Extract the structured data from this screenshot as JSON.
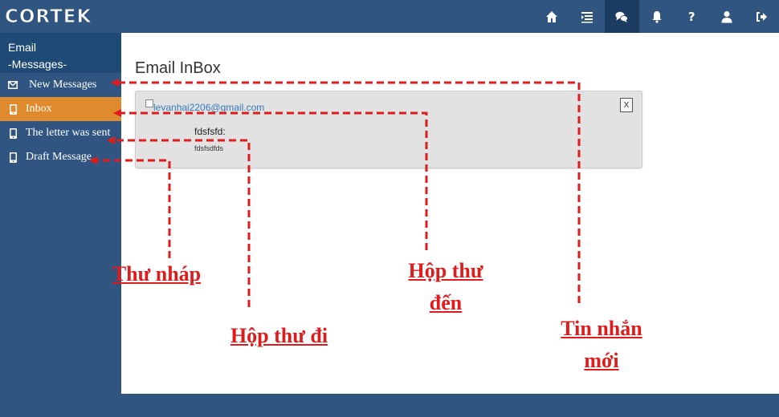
{
  "app": {
    "logo_text": "CORTEK"
  },
  "header": {
    "icons": [
      "home-icon",
      "list-icon",
      "chat-icon",
      "bell-icon",
      "help-icon",
      "user-icon",
      "logout-icon"
    ],
    "help_glyph": "?"
  },
  "sidebar": {
    "title_line1": "Email",
    "title_line2": "-Messages-",
    "items": [
      {
        "label": "New Messages",
        "icon": "envelope-icon"
      },
      {
        "label": "Inbox",
        "icon": "phone-icon",
        "active": true
      },
      {
        "label": "The letter was sent",
        "icon": "phone-icon"
      },
      {
        "label": "Draft Message",
        "icon": "phone-icon"
      }
    ]
  },
  "main": {
    "title": "Email InBox",
    "mail": {
      "from": "levanhai2206@gmail.com",
      "close_label": "X",
      "subject": "fdsfsfd:",
      "body": "fdsfsdfds"
    }
  },
  "annotations": {
    "draft_label": "Thư nháp",
    "sent_label": "Hộp thư đi",
    "inbox_line1": "Hộp thư",
    "inbox_line2": "đến",
    "new_line1": "Tin nhắn",
    "new_line2": "mới"
  },
  "colors": {
    "primary": "#2f5580",
    "sidebar_header": "#1f4a75",
    "active_item": "#e08a2e",
    "annotation": "#e01b1b"
  }
}
